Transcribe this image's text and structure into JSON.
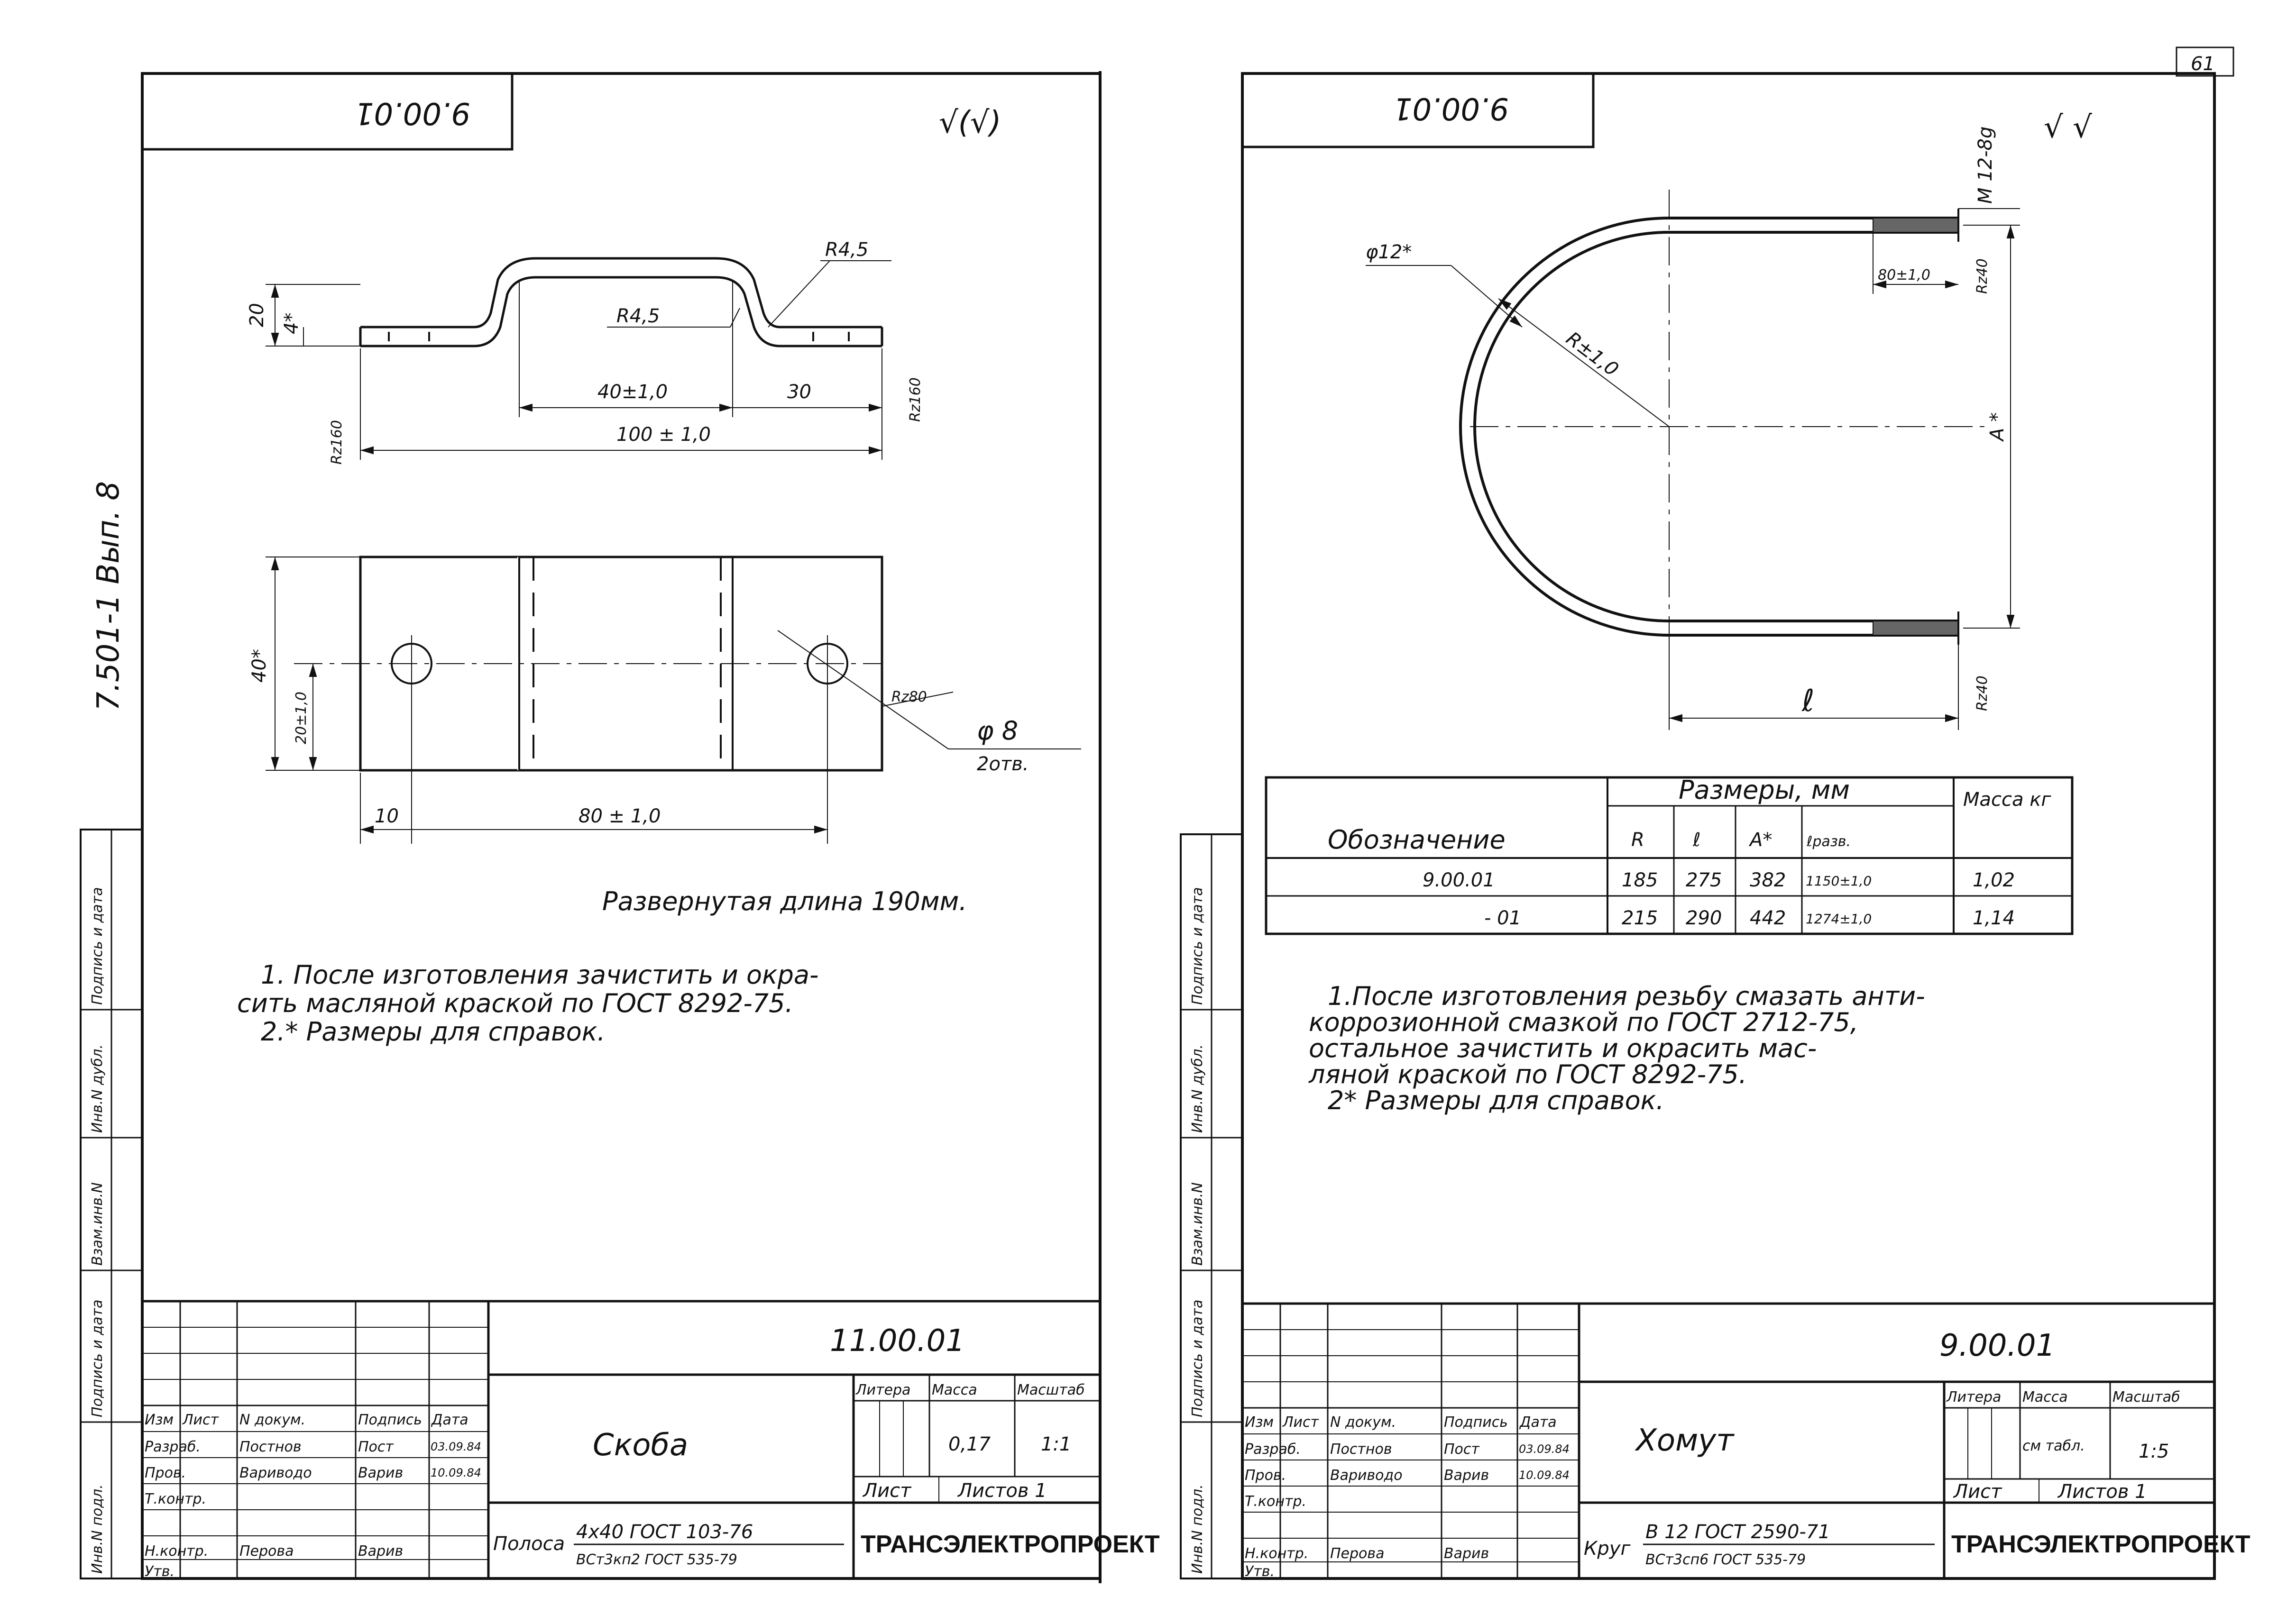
{
  "page_number": "61",
  "left_margin_text": "7.501-1 Вып. 8",
  "side_columns": [
    "Инв.N подл.",
    "Подпись и дата",
    "Взам.инв.N",
    "Инв.N дубл.",
    "Подпись и дата"
  ],
  "title_block_headers": {
    "izm": "Изм",
    "list": "Лист",
    "ndokum": "N докум.",
    "podpis": "Подпись",
    "data": "Дата",
    "razrab": "Разраб.",
    "prov": "Пров.",
    "tkontr": "Т.контр.",
    "nkontr": "Н.контр.",
    "utv": "Утв.",
    "litera": "Литера",
    "massa": "Масса",
    "masshtab": "Масштаб",
    "list_label": "Лист",
    "listov": "Листов 1"
  },
  "sheets": [
    {
      "id": "left",
      "tab": "9.00.01",
      "roughness": "√(√)",
      "dims": {
        "r_top": "R4,5",
        "r_mid": "R4,5",
        "h20": "20",
        "h4": "4*",
        "d40": "40±1,0",
        "d30": "30",
        "d100": "100 ± 1,0",
        "rz_l": "Rz160",
        "rz_r": "Rz160",
        "h40": "40*",
        "h20b": "20±1,0",
        "rz80": "Rz80",
        "phi8": "φ 8",
        "otv": "2отв.",
        "d10": "10",
        "d80": "80 ± 1,0"
      },
      "unfolded": "Развернутая длина 190мм.",
      "notes": [
        "1.  После изготовления  зачистить и окра-",
        "сить  масляной  краской  по ГОСТ 8292-75.",
        "2.* Размеры для   справок."
      ],
      "designation": "11.00.01",
      "name": "Скоба",
      "mass": "0,17",
      "scale": "1:1",
      "material_label": "Полоса",
      "material_top": "4х40 ГОСТ 103-76",
      "material_bottom": "ВСт3кп2 ГОСТ 535-79",
      "company": "ТРАНСЭЛЕКТРОПРОЕКТ",
      "people": {
        "razrab": "Постнов",
        "prov": "Вариводо",
        "nkontr": "Перова"
      },
      "signs": {
        "razrab": "Пост",
        "prov": "Варив",
        "nkontr": "Варив"
      },
      "dates": {
        "razrab": "03.09.84",
        "prov": "10.09.84"
      }
    },
    {
      "id": "right",
      "tab": "9.00.01",
      "roughness": "√  √",
      "dims": {
        "phi12": "φ12*",
        "r": "R±1,0",
        "m12": "M 12-8g",
        "d80": "80±1,0",
        "rz40a": "Rz40",
        "a": "A *",
        "l": "ℓ",
        "rz40b": "Rz40"
      },
      "table": {
        "group_header": "Размеры, мм",
        "mass_header": "Масса кг",
        "designation_header": "Обозначение",
        "cols": [
          "R",
          "ℓ",
          "A*",
          "ℓразв."
        ],
        "rows": [
          {
            "name": "9.00.01",
            "vals": [
              "185",
              "275",
              "382",
              "1150±1,0"
            ],
            "mass": "1,02"
          },
          {
            "name": "- 01",
            "vals": [
              "215",
              "290",
              "442",
              "1274±1,0"
            ],
            "mass": "1,14"
          }
        ]
      },
      "notes": [
        "1.После изготовления резьбу смазать анти-",
        "коррозионной смазкой по ГОСТ 2712-75,",
        "остальное зачистить  и  окрасить мас-",
        "ляной краской по ГОСТ 8292-75.",
        "2* Размеры для справок."
      ],
      "designation": "9.00.01",
      "name": "Хомут",
      "mass": "см табл.",
      "scale": "1:5",
      "material_label": "Круг",
      "material_top": "В 12 ГОСТ 2590-71",
      "material_bottom": "ВСт3сп6 ГОСТ 535-79",
      "company": "ТРАНСЭЛЕКТРОПРОЕКТ",
      "people": {
        "razrab": "Постнов",
        "prov": "Вариводо",
        "nkontr": "Перова"
      },
      "signs": {
        "razrab": "Пост",
        "prov": "Варив",
        "nkontr": "Варив"
      },
      "dates": {
        "razrab": "03.09.84",
        "prov": "10.09.84"
      }
    }
  ]
}
